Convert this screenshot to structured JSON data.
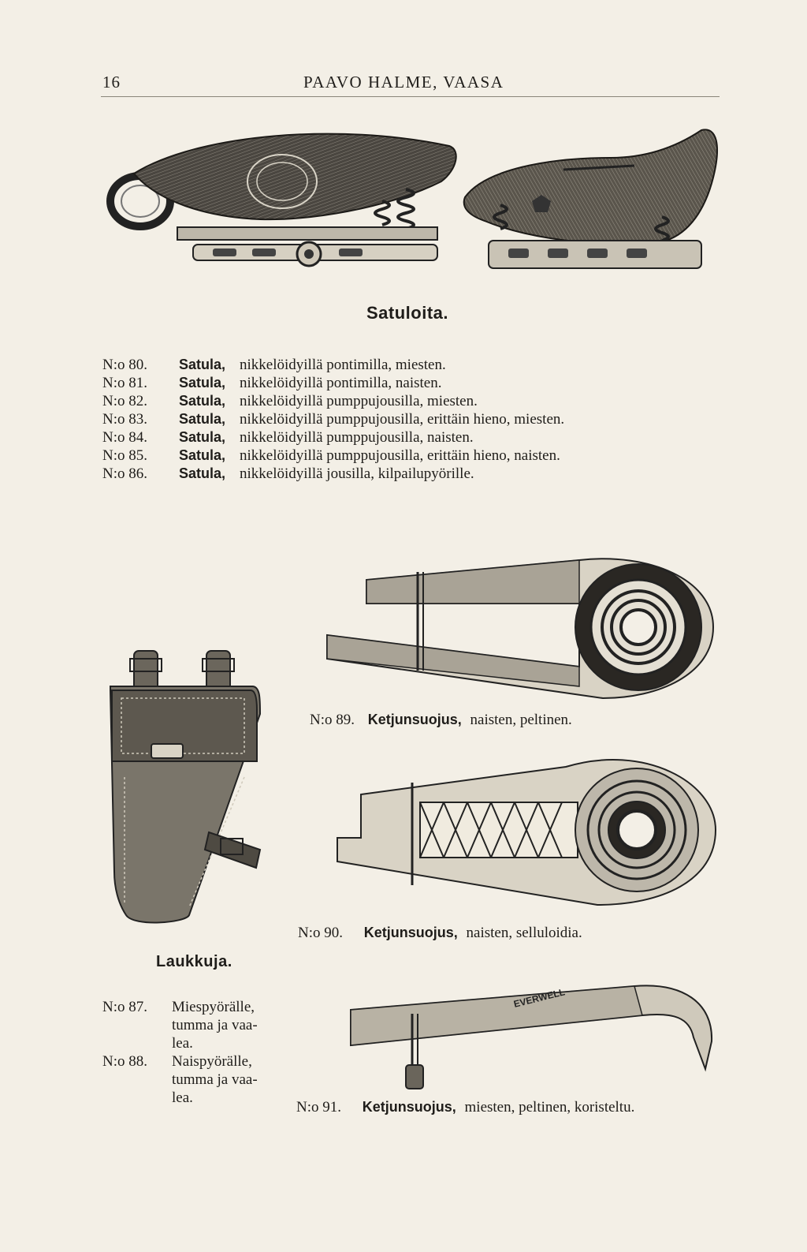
{
  "header": {
    "page_number": "16",
    "title": "PAAVO HALME, VAASA"
  },
  "saddles": {
    "caption": "Satuloita.",
    "items": [
      {
        "no": "N:o 80.",
        "name": "Satula,",
        "desc": "nikkelöidyillä pontimilla, miesten."
      },
      {
        "no": "N:o 81.",
        "name": "Satula,",
        "desc": "nikkelöidyillä pontimilla, naisten."
      },
      {
        "no": "N:o 82.",
        "name": "Satula,",
        "desc": "nikkelöidyillä pumppujousilla, miesten."
      },
      {
        "no": "N:o 83.",
        "name": "Satula,",
        "desc": "nikkelöidyillä pumppujousilla, erittäin hieno, miesten."
      },
      {
        "no": "N:o 84.",
        "name": "Satula,",
        "desc": "nikkelöidyillä pumppujousilla, naisten."
      },
      {
        "no": "N:o 85.",
        "name": "Satula,",
        "desc": "nikkelöidyillä pumppujousilla, erittäin hieno, naisten."
      },
      {
        "no": "N:o 86.",
        "name": "Satula,",
        "desc": "nikkelöidyillä jousilla, kilpailupyörille."
      }
    ]
  },
  "chainguards": [
    {
      "no": "N:o 89.",
      "name": "Ketjunsuojus,",
      "desc": "naisten, peltinen."
    },
    {
      "no": "N:o 90.",
      "name": "Ketjunsuojus,",
      "desc": "naisten, selluloidia."
    },
    {
      "no": "N:o 91.",
      "name": "Ketjunsuojus,",
      "desc": "miesten, peltinen, koristeltu."
    }
  ],
  "bags": {
    "caption": "Laukkuja.",
    "items": [
      {
        "no": "N:o 87.",
        "lines": [
          "Miespyörälle,",
          "tumma ja vaa-",
          "lea."
        ]
      },
      {
        "no": "N:o 88.",
        "lines": [
          "Naispyörälle,",
          "tumma ja vaa-",
          "lea."
        ]
      }
    ]
  },
  "illustration_text": {
    "brand_mark": "EVERWELL"
  }
}
